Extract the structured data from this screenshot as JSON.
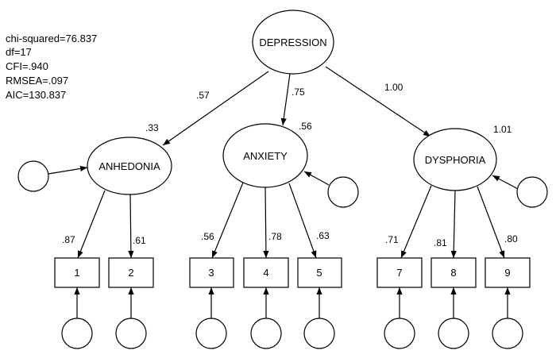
{
  "fit_stats": [
    "chi-squared=76.837",
    "df=17",
    "CFI=.940",
    "RMSEA=.097",
    "AIC=130.837"
  ],
  "latent": {
    "depression": "DEPRESSION",
    "anhedonia": "ANHEDONIA",
    "anxiety": "ANXIETY",
    "dysphoria": "DYSPHORIA"
  },
  "observed": {
    "v1": "1",
    "v2": "2",
    "v3": "3",
    "v4": "4",
    "v5": "5",
    "v7": "7",
    "v8": "8",
    "v9": "9"
  },
  "paths": {
    "dep_anhedonia": ".57",
    "dep_anxiety": ".75",
    "dep_dysphoria": "1.00",
    "anhedonia_1": ".87",
    "anhedonia_2": ".61",
    "anxiety_3": ".56",
    "anxiety_4": ".78",
    "anxiety_5": ".63",
    "dysphoria_7": ".71",
    "dysphoria_8": ".81",
    "dysphoria_9": ".80"
  },
  "r_squared": {
    "anhedonia": ".33",
    "anxiety": ".56",
    "dysphoria": "1.01"
  }
}
